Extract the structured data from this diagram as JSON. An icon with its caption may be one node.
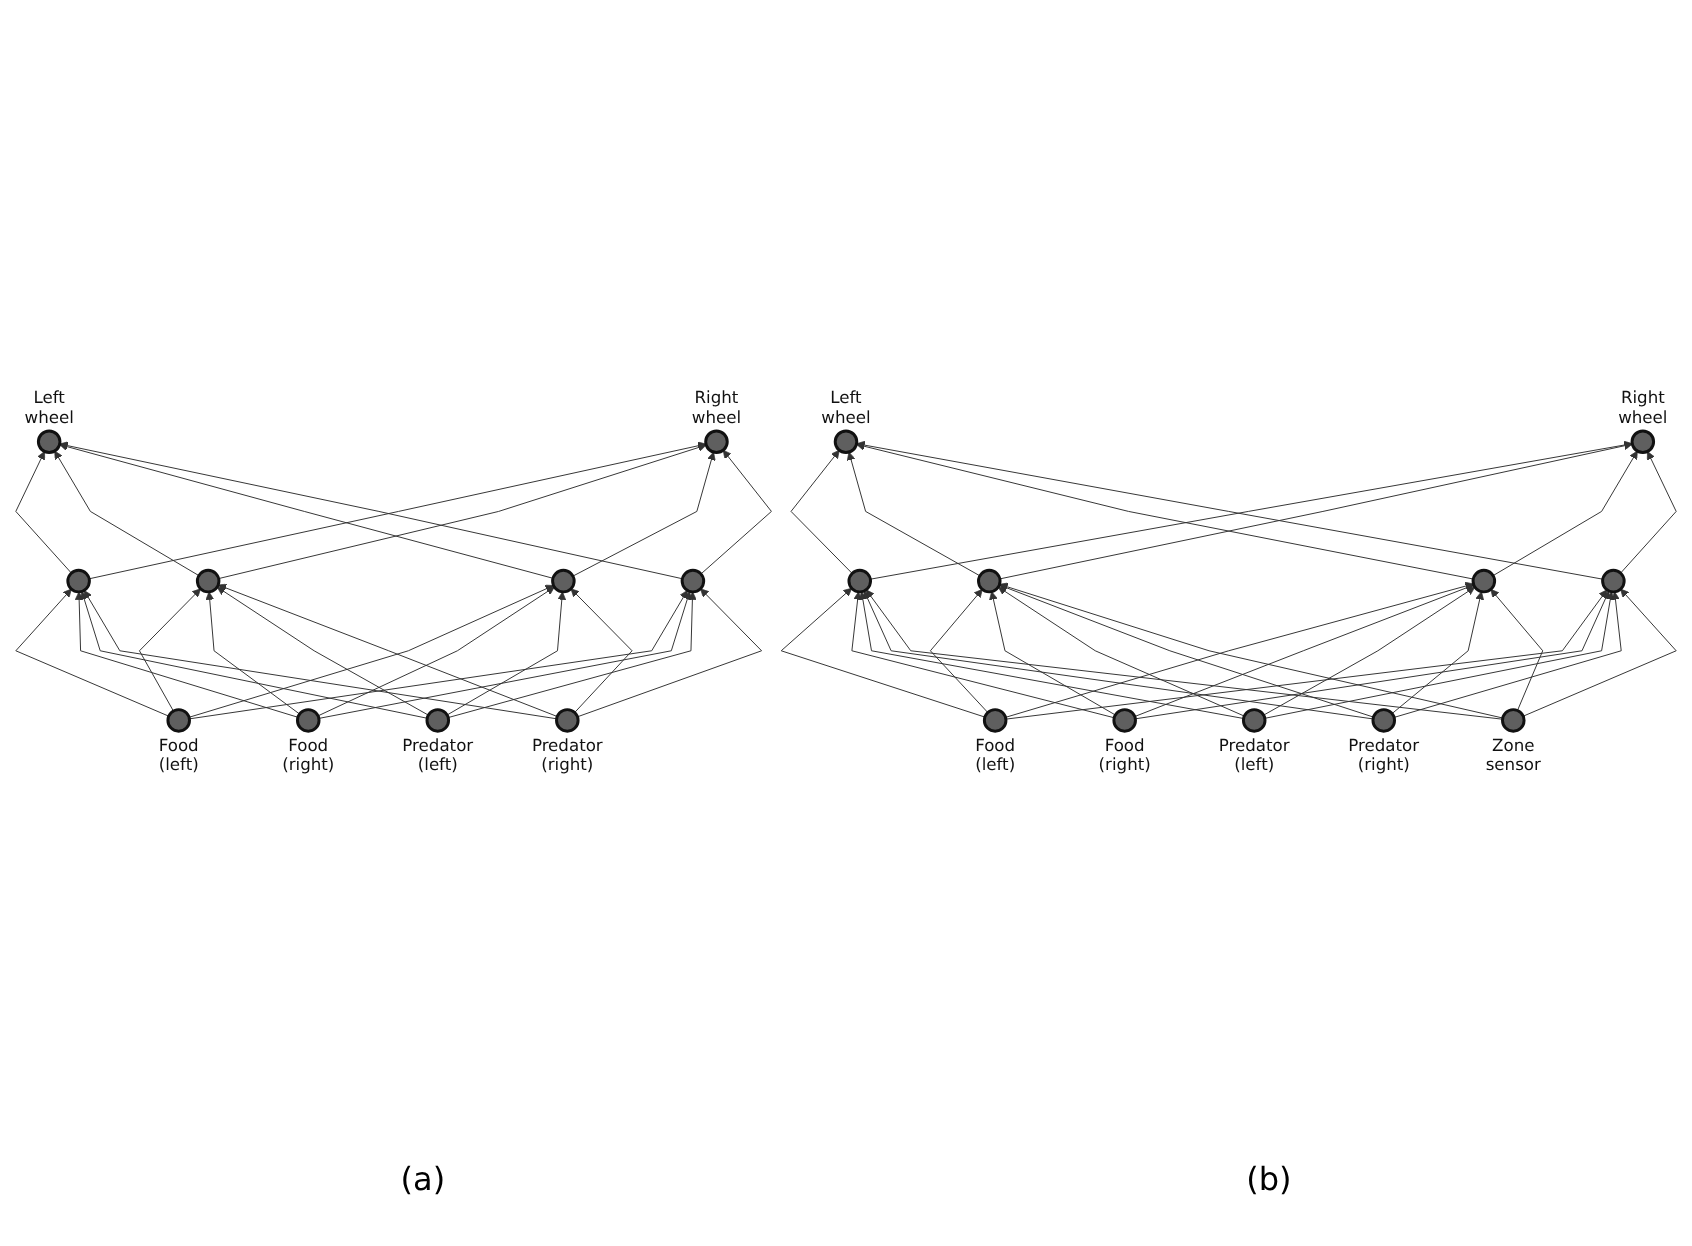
{
  "diagram": {
    "nodes": [
      {
        "text": [],
        "shape": "circle",
        "beside": [
          "Left wheel"
        ]
      },
      {
        "text": [],
        "shape": "circle",
        "beside": [
          "Right wheel"
        ]
      },
      {
        "text": [],
        "shape": "circle"
      },
      {
        "text": [],
        "shape": "circle"
      },
      {
        "text": [],
        "shape": "circle"
      },
      {
        "text": [],
        "shape": "circle"
      },
      {
        "text": [],
        "shape": "circle",
        "beside": [
          "Food (left)"
        ]
      },
      {
        "text": [],
        "shape": "circle",
        "beside": [
          "Food (right)"
        ]
      },
      {
        "text": [],
        "shape": "circle",
        "beside": [
          "Predator (left)"
        ]
      },
      {
        "text": [],
        "shape": "circle",
        "beside": [
          "Predator (right)"
        ]
      },
      {
        "text": [],
        "shape": "circle",
        "beside": [
          "Left wheel"
        ]
      },
      {
        "text": [],
        "shape": "circle",
        "beside": [
          "Right wheel"
        ]
      },
      {
        "text": [],
        "shape": "circle"
      },
      {
        "text": [],
        "shape": "circle"
      },
      {
        "text": [],
        "shape": "circle"
      },
      {
        "text": [],
        "shape": "circle"
      },
      {
        "text": [],
        "shape": "circle",
        "beside": [
          "Food (left)"
        ]
      },
      {
        "text": [],
        "shape": "circle",
        "beside": [
          "Food (right)"
        ]
      },
      {
        "text": [],
        "shape": "circle",
        "beside": [
          "Predator (left)"
        ]
      },
      {
        "text": [],
        "shape": "circle",
        "beside": [
          "Predator (right)"
        ]
      },
      {
        "text": [],
        "shape": "circle",
        "beside": [
          "Zone sensor"
        ]
      }
    ],
    "edges": [
      {
        "from": 6,
        "to": 2,
        "arrow": "to"
      },
      {
        "from": 6,
        "to": 3,
        "arrow": "to"
      },
      {
        "from": 6,
        "to": 4,
        "arrow": "to"
      },
      {
        "from": 6,
        "to": 5,
        "arrow": "to"
      },
      {
        "from": 7,
        "to": 2,
        "arrow": "to"
      },
      {
        "from": 7,
        "to": 3,
        "arrow": "to"
      },
      {
        "from": 7,
        "to": 4,
        "arrow": "to"
      },
      {
        "from": 7,
        "to": 5,
        "arrow": "to"
      },
      {
        "from": 8,
        "to": 2,
        "arrow": "to"
      },
      {
        "from": 8,
        "to": 3,
        "arrow": "to"
      },
      {
        "from": 8,
        "to": 4,
        "arrow": "to"
      },
      {
        "from": 8,
        "to": 5,
        "arrow": "to"
      },
      {
        "from": 9,
        "to": 2,
        "arrow": "to"
      },
      {
        "from": 9,
        "to": 3,
        "arrow": "to"
      },
      {
        "from": 9,
        "to": 4,
        "arrow": "to"
      },
      {
        "from": 9,
        "to": 5,
        "arrow": "to"
      },
      {
        "from": 2,
        "to": 0,
        "arrow": "to"
      },
      {
        "from": 2,
        "to": 1,
        "arrow": "to"
      },
      {
        "from": 3,
        "to": 0,
        "arrow": "to"
      },
      {
        "from": 3,
        "to": 1,
        "arrow": "to"
      },
      {
        "from": 4,
        "to": 0,
        "arrow": "to"
      },
      {
        "from": 4,
        "to": 1,
        "arrow": "to"
      },
      {
        "from": 5,
        "to": 0,
        "arrow": "to"
      },
      {
        "from": 5,
        "to": 1,
        "arrow": "to"
      },
      {
        "from": 16,
        "to": 12,
        "arrow": "to"
      },
      {
        "from": 16,
        "to": 13,
        "arrow": "to"
      },
      {
        "from": 16,
        "to": 14,
        "arrow": "to"
      },
      {
        "from": 16,
        "to": 15,
        "arrow": "to"
      },
      {
        "from": 17,
        "to": 12,
        "arrow": "to"
      },
      {
        "from": 17,
        "to": 13,
        "arrow": "to"
      },
      {
        "from": 17,
        "to": 14,
        "arrow": "to"
      },
      {
        "from": 17,
        "to": 15,
        "arrow": "to"
      },
      {
        "from": 18,
        "to": 12,
        "arrow": "to"
      },
      {
        "from": 18,
        "to": 13,
        "arrow": "to"
      },
      {
        "from": 18,
        "to": 14,
        "arrow": "to"
      },
      {
        "from": 18,
        "to": 15,
        "arrow": "to"
      },
      {
        "from": 19,
        "to": 12,
        "arrow": "to"
      },
      {
        "from": 19,
        "to": 13,
        "arrow": "to"
      },
      {
        "from": 19,
        "to": 14,
        "arrow": "to"
      },
      {
        "from": 19,
        "to": 15,
        "arrow": "to"
      },
      {
        "from": 20,
        "to": 12,
        "arrow": "to"
      },
      {
        "from": 20,
        "to": 13,
        "arrow": "to"
      },
      {
        "from": 20,
        "to": 14,
        "arrow": "to"
      },
      {
        "from": 20,
        "to": 15,
        "arrow": "to"
      },
      {
        "from": 12,
        "to": 10,
        "arrow": "to"
      },
      {
        "from": 12,
        "to": 11,
        "arrow": "to"
      },
      {
        "from": 13,
        "to": 10,
        "arrow": "to"
      },
      {
        "from": 13,
        "to": 11,
        "arrow": "to"
      },
      {
        "from": 14,
        "to": 10,
        "arrow": "to"
      },
      {
        "from": 14,
        "to": 11,
        "arrow": "to"
      },
      {
        "from": 15,
        "to": 10,
        "arrow": "to"
      },
      {
        "from": 15,
        "to": 11,
        "arrow": "to"
      }
    ],
    "labels": [
      "(a)",
      "(b)"
    ]
  }
}
